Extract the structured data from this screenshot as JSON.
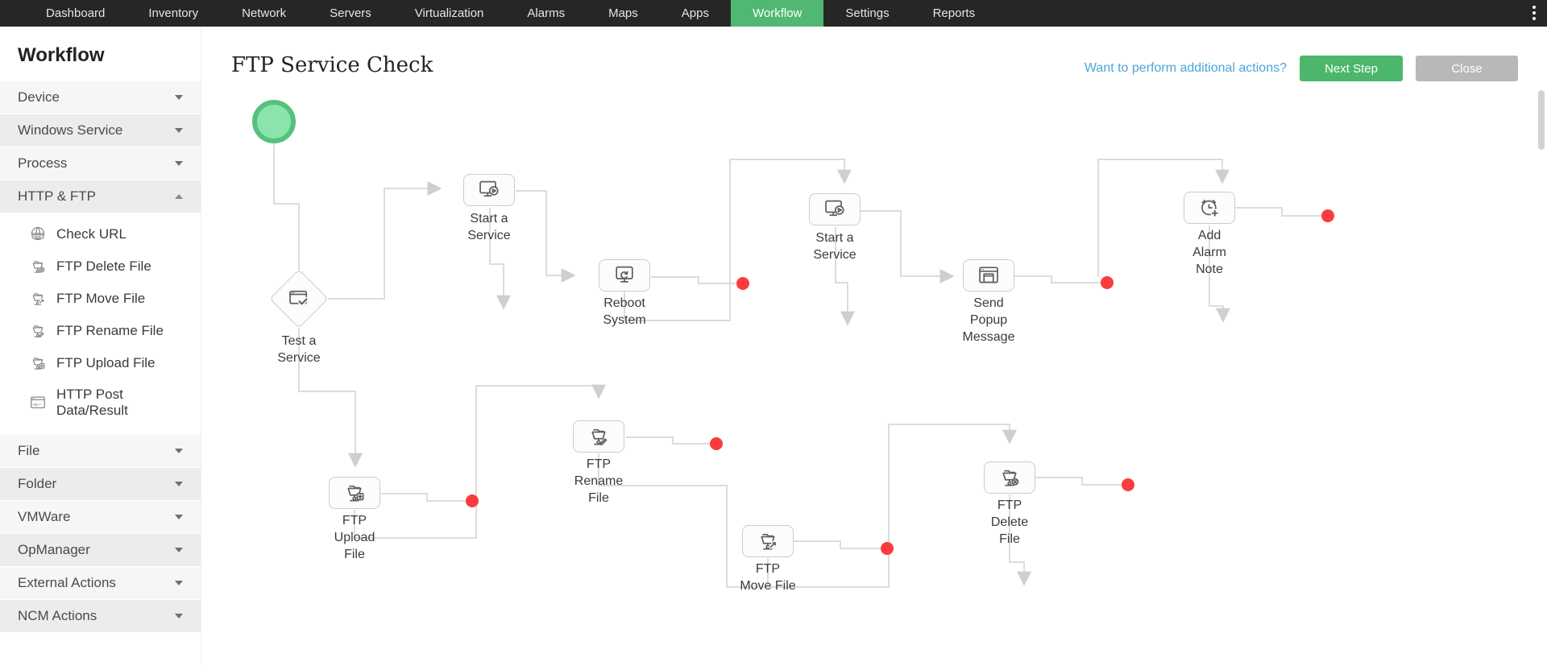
{
  "nav": {
    "items": [
      "Dashboard",
      "Inventory",
      "Network",
      "Servers",
      "Virtualization",
      "Alarms",
      "Maps",
      "Apps",
      "Workflow",
      "Settings",
      "Reports"
    ],
    "active_item": "Workflow",
    "overflow_icon": "kebab-menu-icon"
  },
  "sidebar": {
    "title": "Workflow",
    "groups": [
      {
        "label": "Device",
        "expanded": false
      },
      {
        "label": "Windows Service",
        "expanded": false
      },
      {
        "label": "Process",
        "expanded": false
      },
      {
        "label": "HTTP & FTP",
        "expanded": true,
        "items": [
          {
            "label": "Check URL",
            "icon": "globe-www-icon"
          },
          {
            "label": "FTP Delete File",
            "icon": "ftp-folder-delete-icon"
          },
          {
            "label": "FTP Move File",
            "icon": "ftp-folder-move-icon"
          },
          {
            "label": "FTP Rename File",
            "icon": "ftp-folder-rename-icon"
          },
          {
            "label": "FTP Upload File",
            "icon": "ftp-folder-upload-icon"
          },
          {
            "label": "HTTP Post\nData/Result",
            "icon": "http-post-icon"
          }
        ]
      },
      {
        "label": "File",
        "expanded": false
      },
      {
        "label": "Folder",
        "expanded": false
      },
      {
        "label": "VMWare",
        "expanded": false
      },
      {
        "label": "OpManager",
        "expanded": false
      },
      {
        "label": "External Actions",
        "expanded": false
      },
      {
        "label": "NCM Actions",
        "expanded": false
      }
    ]
  },
  "header": {
    "title": "FTP Service Check",
    "help_link": "Want to perform additional actions?",
    "next_step_label": "Next Step",
    "close_label": "Close"
  },
  "canvas": {
    "nodes": [
      {
        "id": "start",
        "type": "start",
        "label": ""
      },
      {
        "id": "test-a-service",
        "type": "decision",
        "icon": "browser-check-icon",
        "label": "Test a\nService"
      },
      {
        "id": "start-a-service-1",
        "type": "action",
        "icon": "monitor-play-icon",
        "label": "Start a\nService"
      },
      {
        "id": "reboot-system",
        "type": "action",
        "icon": "monitor-refresh-icon",
        "label": "Reboot\nSystem"
      },
      {
        "id": "start-a-service-2",
        "type": "action",
        "icon": "monitor-play-icon",
        "label": "Start a\nService"
      },
      {
        "id": "send-popup-message",
        "type": "action",
        "icon": "popup-window-icon",
        "label": "Send\nPopup\nMessage"
      },
      {
        "id": "add-alarm-note",
        "type": "action",
        "icon": "alarm-plus-icon",
        "label": "Add\nAlarm\nNote"
      },
      {
        "id": "ftp-upload-file",
        "type": "action",
        "icon": "ftp-folder-upload-icon",
        "label": "FTP\nUpload\nFile"
      },
      {
        "id": "ftp-rename-file",
        "type": "action",
        "icon": "ftp-folder-rename-icon",
        "label": "FTP\nRename\nFile"
      },
      {
        "id": "ftp-move-file",
        "type": "action",
        "icon": "ftp-folder-move-icon",
        "label": "FTP\nMove File"
      },
      {
        "id": "ftp-delete-file",
        "type": "action",
        "icon": "ftp-folder-delete-icon",
        "label": "FTP\nDelete\nFile"
      }
    ],
    "end_marker_count": 7
  },
  "icons": {
    "www_label": "www.",
    "http_label": "http://"
  },
  "colors": {
    "nav_bg": "#262626",
    "accent_green": "#50b873",
    "button_green": "#4cb76c",
    "button_gray": "#b8b8b8",
    "link_blue": "#4ba5da",
    "connector_gray": "#dcdcdc",
    "end_marker_red": "#fb3b3d",
    "start_node_green": "#55c17d"
  }
}
